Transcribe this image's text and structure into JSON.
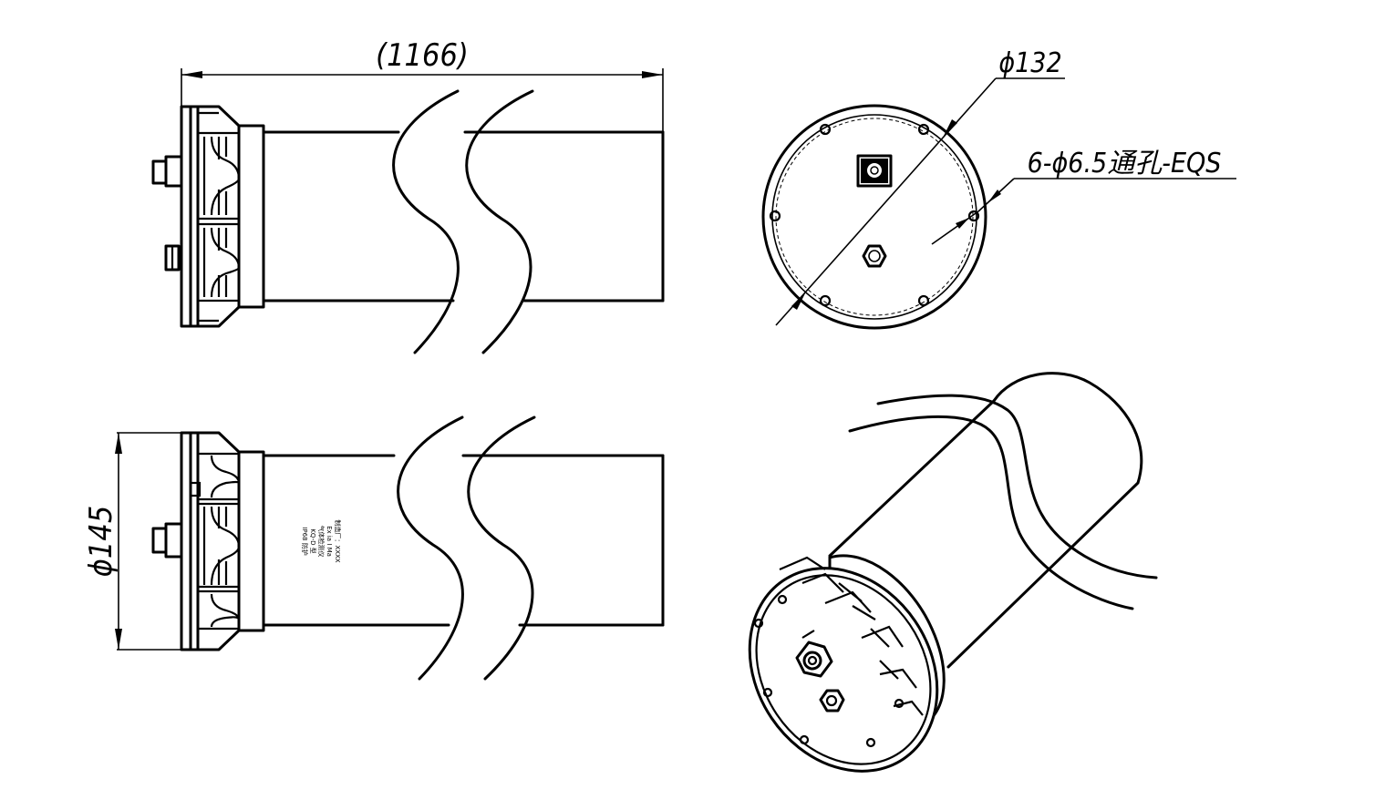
{
  "dimensions": {
    "length": "(1166)",
    "bolt_circle_diameter": "ϕ132",
    "holes_note": "6-ϕ6.5通孔-EQS",
    "body_diameter": "ϕ145"
  },
  "nameplate": {
    "line_1": "气体检测仪",
    "line_2": "KQ-D 型",
    "line_3": "IP68 防护",
    "line_4": "Ex ia I Ma",
    "line_5": "制造厂：XXXX"
  },
  "colors": {
    "ink": "#000000",
    "paper": "#ffffff"
  },
  "views": [
    "front-view",
    "end-view",
    "side-view",
    "isometric-view"
  ]
}
